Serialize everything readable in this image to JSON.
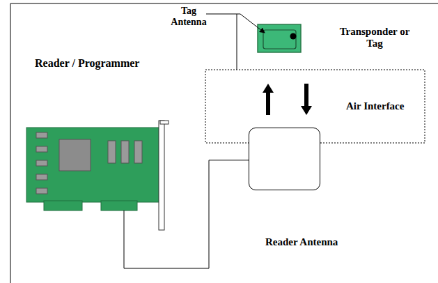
{
  "diagram": {
    "nodes": [
      {
        "text": [
          "Reader / Programmer"
        ]
      },
      {
        "text": [
          "Transponder or Tag"
        ]
      },
      {
        "text": [
          "Reader Antenna"
        ]
      }
    ],
    "edges": [
      {
        "from": 0,
        "to": 2,
        "arrow": "none"
      },
      {
        "from": 2,
        "to": 1,
        "arrow": "to"
      },
      {
        "from": 1,
        "to": 2,
        "arrow": "to"
      }
    ],
    "labels": [
      "Tag Antenna",
      "Air Interface"
    ]
  }
}
